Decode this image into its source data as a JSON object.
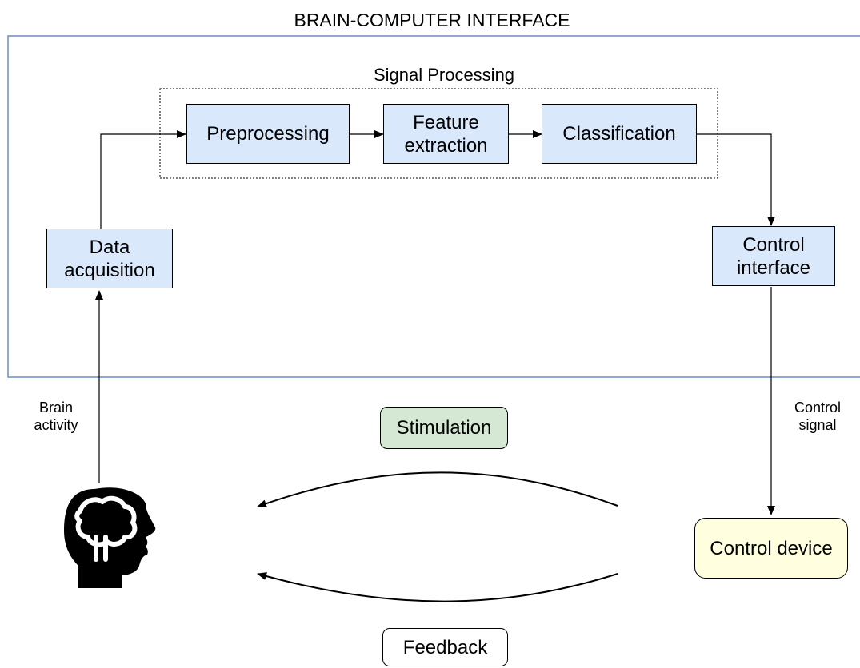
{
  "title": "BRAIN-COMPUTER INTERFACE",
  "signal_processing_label": "Signal Processing",
  "nodes": {
    "data_acquisition": "Data\nacquisition",
    "preprocessing": "Preprocessing",
    "feature_extraction": "Feature\nextraction",
    "classification": "Classification",
    "control_interface": "Control\ninterface",
    "stimulation": "Stimulation",
    "feedback": "Feedback",
    "control_device": "Control device"
  },
  "edge_labels": {
    "brain_activity": "Brain\nactivity",
    "control_signal": "Control\nsignal"
  },
  "icons": {
    "head": "brain-head-icon"
  },
  "colors": {
    "bci_border": "#6c8ebf",
    "process_fill": "#dae8fc",
    "stimulation_fill": "#d5e8d4",
    "device_fill": "#ffffe0"
  }
}
